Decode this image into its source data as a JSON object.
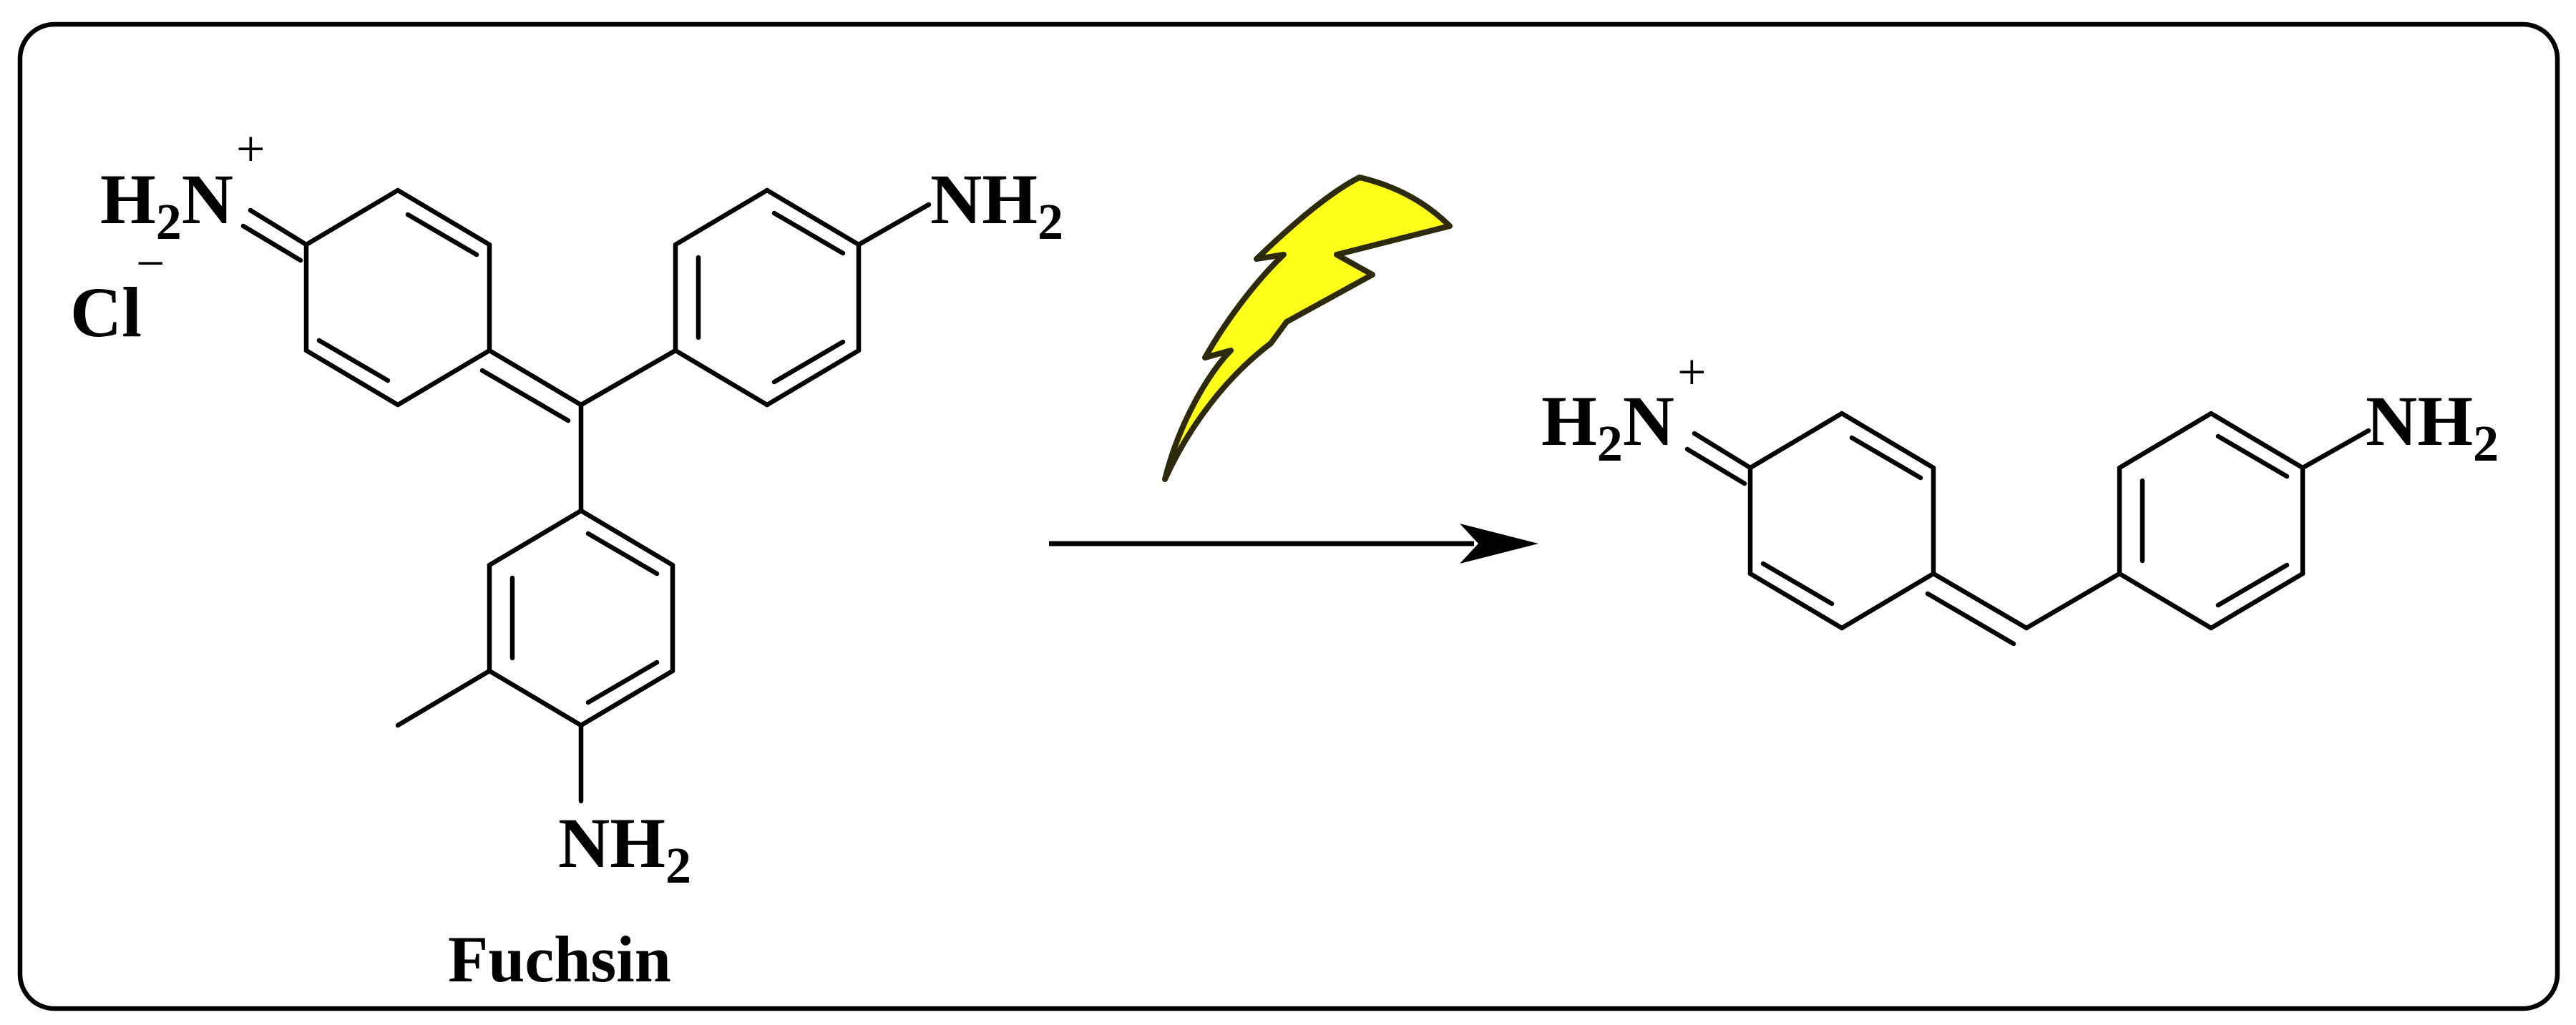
{
  "reactant": {
    "name": "Fuchsin",
    "iminium_label": {
      "main": "H",
      "sub": "2",
      "tail": "N",
      "charge": "+"
    },
    "counterion": {
      "symbol": "Cl",
      "charge": "−"
    },
    "amine_top": {
      "main": "NH",
      "sub": "2"
    },
    "amine_bottom": {
      "main": "NH",
      "sub": "2"
    }
  },
  "product": {
    "iminium_label": {
      "main": "H",
      "sub": "2",
      "tail": "N",
      "charge": "+"
    },
    "amine": {
      "main": "NH",
      "sub": "2"
    }
  },
  "reaction": {
    "condition_icon": "lightning-bolt-icon",
    "arrow": "reaction-arrow"
  },
  "colors": {
    "bolt_fill": "#ffff1a",
    "bolt_stroke": "#2e2a0e",
    "frame": "#000000"
  }
}
